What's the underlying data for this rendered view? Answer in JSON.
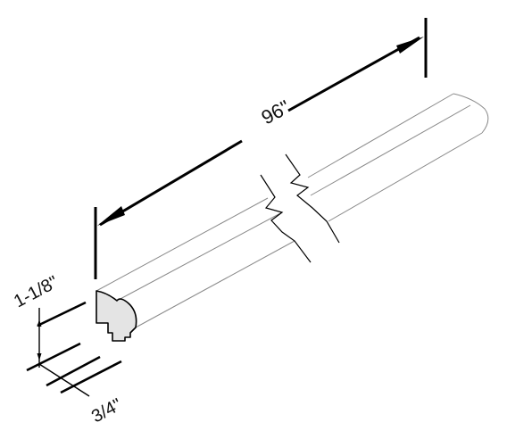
{
  "drawing": {
    "dimensions": {
      "length_label": "96\"",
      "height_label": "1-1/8\"",
      "depth_label": "3/4\""
    },
    "colors": {
      "line": "#000000",
      "outline": "#6a6a6a",
      "profile_fill": "#e4e4e4",
      "background": "#ffffff"
    }
  }
}
